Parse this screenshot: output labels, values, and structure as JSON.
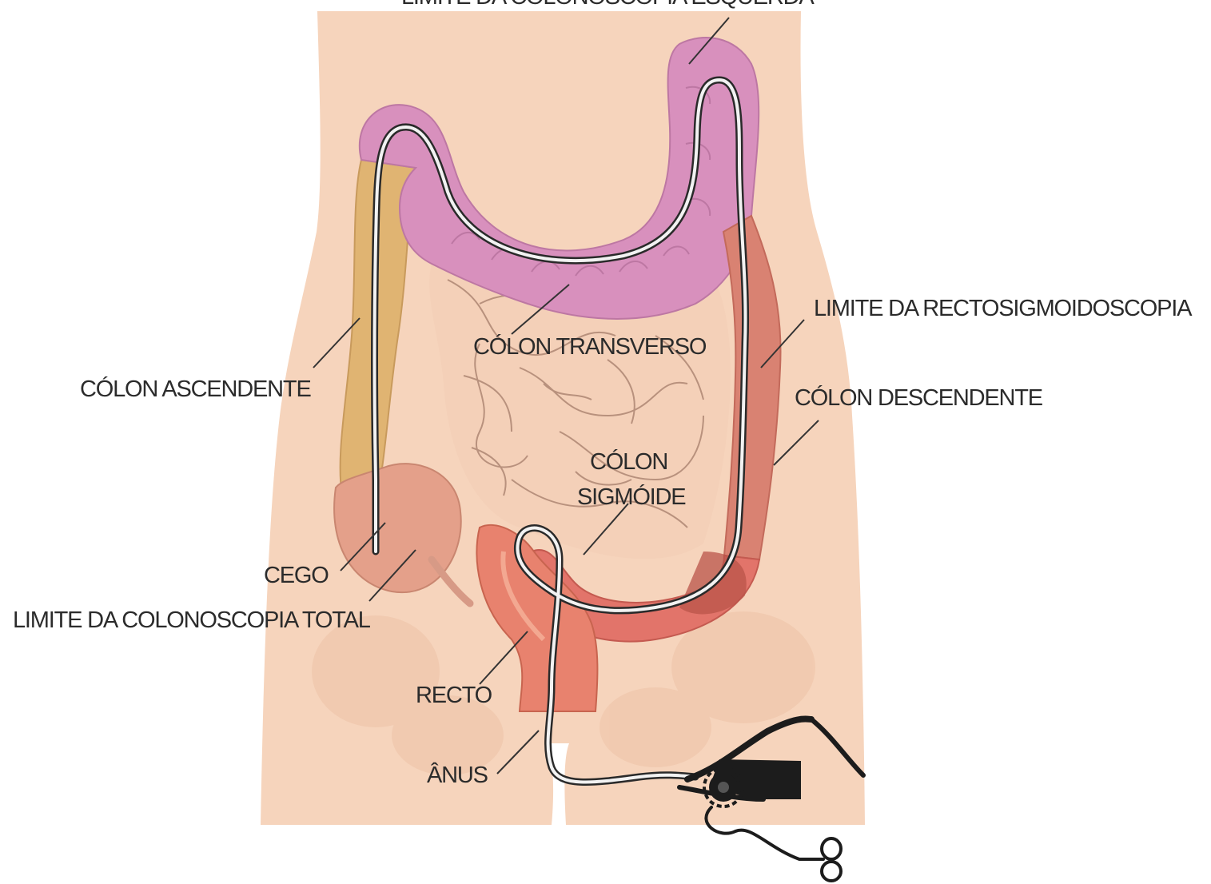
{
  "labels": {
    "top_cut": "LIMITE DA COLONOSCOPIA ESQUERDA",
    "colon_transverso": "CÓLON TRANSVERSO",
    "colon_ascendente": "CÓLON ASCENDENTE",
    "limite_rectosigmoidoscopia": "LIMITE DA RECTOSIGMOIDOSCOPIA",
    "colon_descendente": "CÓLON DESCENDENTE",
    "colon_sigmoide_1": "CÓLON",
    "colon_sigmoide_2": "SIGMÓIDE",
    "cego": "CEGO",
    "limite_colonoscopia_total": "LIMITE DA COLONOSCOPIA TOTAL",
    "recto": "RECTO",
    "anus": "ÂNUS"
  },
  "colors": {
    "skin": "#f6d4bc",
    "skin_shadow": "#f0c8ae",
    "transverse_colon": "#d890bd",
    "ascending_colon": "#e0b472",
    "descending_colon": "#d98272",
    "sigmoid": "#e2746a",
    "rectum": "#e8826e",
    "cecum": "#e4a08a",
    "small_intestine_line": "#c9a08c",
    "scope": "#1c1c1c"
  }
}
